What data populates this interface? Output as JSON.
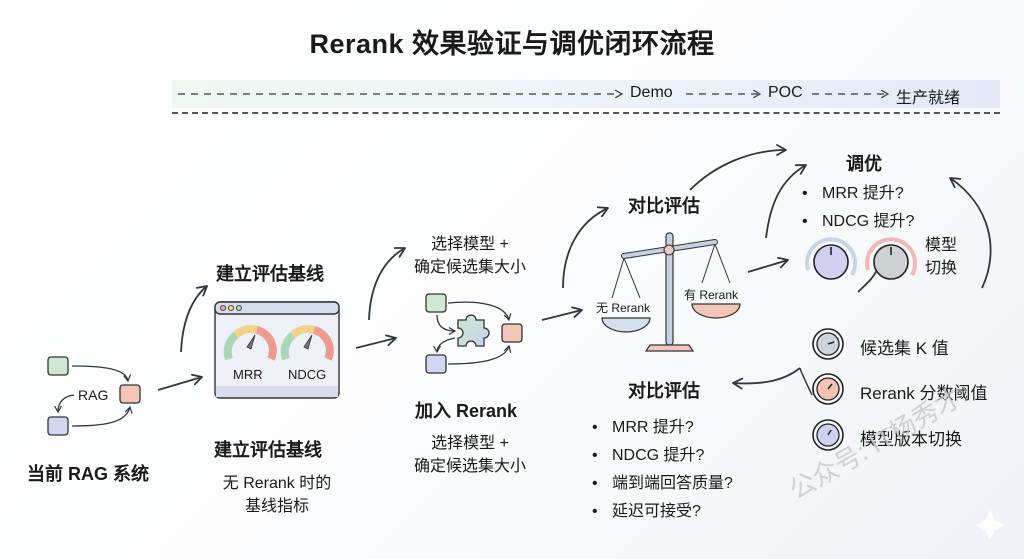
{
  "title": "Rerank 效果验证与调优闭环流程",
  "timeline": {
    "stages": [
      "Demo",
      "POC",
      "生产就绪"
    ]
  },
  "current_system": {
    "diagram_label": "RAG",
    "caption": "当前 RAG 系统"
  },
  "baseline": {
    "heading": "建立评估基线",
    "gauges": [
      "MRR",
      "NDCG"
    ],
    "caption": "建立评估基线",
    "description_line1": "无 Rerank 时的",
    "description_line2": "基线指标"
  },
  "add_rerank": {
    "top_line1": "选择模型 +",
    "top_line2": "确定候选集大小",
    "caption": "加入 Rerank",
    "desc_line1": "选择模型 +",
    "desc_line2": "确定候选集大小"
  },
  "compare": {
    "heading": "对比评估",
    "left_pan": "无 Rerank",
    "right_pan": "有 Rerank",
    "caption": "对比评估",
    "bullets": [
      "MRR 提升?",
      "NDCG 提升?",
      "端到端回答质量?",
      "延迟可接受?"
    ]
  },
  "tune": {
    "heading": "调优",
    "bullets": [
      "MRR 提升?",
      "NDCG 提升?"
    ],
    "knob_label_line1": "模型",
    "knob_label_line2": "切换",
    "knobs": [
      {
        "label": "候选集 K 值",
        "color": "#cfd3db"
      },
      {
        "label": "Rerank 分数阈值",
        "color": "#f2c3b4"
      },
      {
        "label": "模型版本切换",
        "color": "#cdd2f0"
      }
    ]
  },
  "watermark": "公众号: IT杨秀才",
  "colors": {
    "green": "#cfe8d2",
    "red": "#f3c7b8",
    "blue": "#d3d6f3",
    "ink": "#2f3640"
  }
}
